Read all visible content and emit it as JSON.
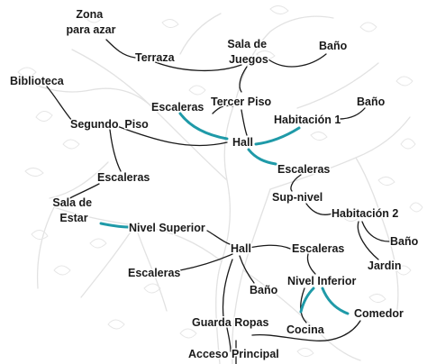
{
  "colors": {
    "edge": "#1a1a1a",
    "accent": "#1f9aa8",
    "tree_background": "#e2e2e2"
  },
  "nodes": {
    "zona_azar": [
      "Zona",
      "para azar"
    ],
    "terraza": "Terraza",
    "sala_juegos": [
      "Sala de",
      "Juegos"
    ],
    "bano_top": "Baño",
    "biblioteca": "Biblioteca",
    "escaleras_top": "Escaleras",
    "tercer_piso": "Tercer Piso",
    "bano_right": "Baño",
    "segundo_piso": "Segundo  Piso",
    "habitacion1": "Habitación 1",
    "hall_top": "Hall",
    "escaleras_mid_right": "Escaleras",
    "escaleras_left": "Escaleras",
    "sup_nivel": "Sup-nivel",
    "sala_estar": [
      "Sala de",
      "Estar"
    ],
    "habitacion2": "Habitación 2",
    "nivel_superior": "Nivel Superior",
    "bano_right_low": "Baño",
    "hall_low": "Hall",
    "escaleras_low_right": "Escaleras",
    "jardin": "Jardin",
    "escaleras_low_left": "Escaleras",
    "nivel_inferior": "Nivel Inferior",
    "bano_low": "Baño",
    "comedor": "Comedor",
    "guarda_ropas": "Guarda Ropas",
    "cocina": "Cocina",
    "acceso_principal": "Acceso Principal"
  }
}
